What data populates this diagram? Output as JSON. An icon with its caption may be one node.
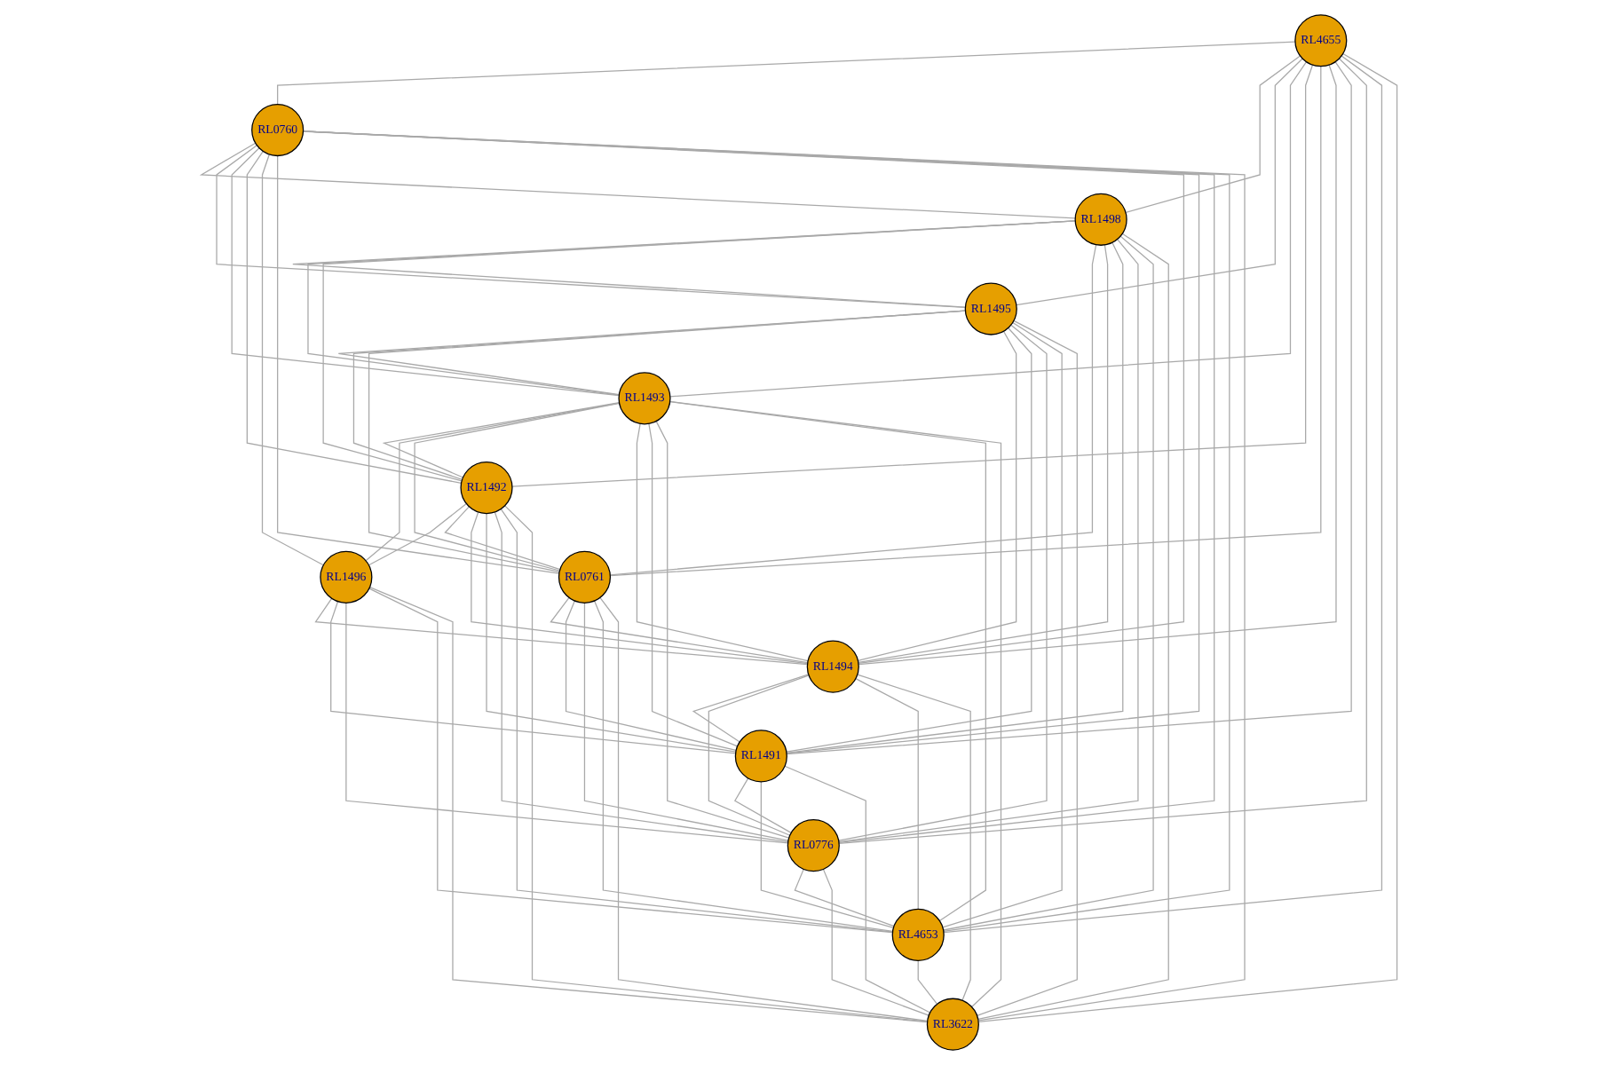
{
  "diagram": {
    "nodes": [
      {
        "text": [
          "RL4655"
        ]
      },
      {
        "text": [
          "RL0760"
        ]
      },
      {
        "text": [
          "RL1498"
        ]
      },
      {
        "text": [
          "RL1495"
        ]
      },
      {
        "text": [
          "RL1493"
        ]
      },
      {
        "text": [
          "RL1492"
        ]
      },
      {
        "text": [
          "RL1496"
        ]
      },
      {
        "text": [
          "RL0761"
        ]
      },
      {
        "text": [
          "RL1494"
        ]
      },
      {
        "text": [
          "RL1491"
        ]
      },
      {
        "text": [
          "RL0776"
        ]
      },
      {
        "text": [
          "RL4653"
        ]
      },
      {
        "text": [
          "RL3622"
        ]
      }
    ],
    "edges": [
      {
        "from": 0,
        "to": 1,
        "arrow": "none"
      },
      {
        "from": 0,
        "to": 2,
        "arrow": "none"
      },
      {
        "from": 0,
        "to": 3,
        "arrow": "none"
      },
      {
        "from": 0,
        "to": 4,
        "arrow": "none"
      },
      {
        "from": 0,
        "to": 5,
        "arrow": "none"
      },
      {
        "from": 0,
        "to": 7,
        "arrow": "none"
      },
      {
        "from": 0,
        "to": 8,
        "arrow": "none"
      },
      {
        "from": 0,
        "to": 9,
        "arrow": "none"
      },
      {
        "from": 0,
        "to": 10,
        "arrow": "none"
      },
      {
        "from": 0,
        "to": 11,
        "arrow": "none"
      },
      {
        "from": 0,
        "to": 12,
        "arrow": "none"
      },
      {
        "from": 1,
        "to": 2,
        "arrow": "none"
      },
      {
        "from": 1,
        "to": 3,
        "arrow": "none"
      },
      {
        "from": 1,
        "to": 4,
        "arrow": "none"
      },
      {
        "from": 1,
        "to": 5,
        "arrow": "none"
      },
      {
        "from": 1,
        "to": 6,
        "arrow": "none"
      },
      {
        "from": 1,
        "to": 7,
        "arrow": "none"
      },
      {
        "from": 1,
        "to": 8,
        "arrow": "none"
      },
      {
        "from": 1,
        "to": 9,
        "arrow": "none"
      },
      {
        "from": 1,
        "to": 10,
        "arrow": "none"
      },
      {
        "from": 1,
        "to": 11,
        "arrow": "none"
      },
      {
        "from": 1,
        "to": 12,
        "arrow": "none"
      },
      {
        "from": 2,
        "to": 3,
        "arrow": "none"
      },
      {
        "from": 2,
        "to": 4,
        "arrow": "none"
      },
      {
        "from": 2,
        "to": 5,
        "arrow": "none"
      },
      {
        "from": 2,
        "to": 7,
        "arrow": "none"
      },
      {
        "from": 2,
        "to": 8,
        "arrow": "none"
      },
      {
        "from": 2,
        "to": 9,
        "arrow": "none"
      },
      {
        "from": 2,
        "to": 10,
        "arrow": "none"
      },
      {
        "from": 2,
        "to": 11,
        "arrow": "none"
      },
      {
        "from": 2,
        "to": 12,
        "arrow": "none"
      },
      {
        "from": 3,
        "to": 4,
        "arrow": "none"
      },
      {
        "from": 3,
        "to": 5,
        "arrow": "none"
      },
      {
        "from": 3,
        "to": 7,
        "arrow": "none"
      },
      {
        "from": 3,
        "to": 8,
        "arrow": "none"
      },
      {
        "from": 3,
        "to": 9,
        "arrow": "none"
      },
      {
        "from": 3,
        "to": 10,
        "arrow": "none"
      },
      {
        "from": 3,
        "to": 11,
        "arrow": "none"
      },
      {
        "from": 3,
        "to": 12,
        "arrow": "none"
      },
      {
        "from": 4,
        "to": 5,
        "arrow": "none"
      },
      {
        "from": 4,
        "to": 6,
        "arrow": "none"
      },
      {
        "from": 4,
        "to": 7,
        "arrow": "none"
      },
      {
        "from": 4,
        "to": 8,
        "arrow": "none"
      },
      {
        "from": 4,
        "to": 9,
        "arrow": "none"
      },
      {
        "from": 4,
        "to": 10,
        "arrow": "none"
      },
      {
        "from": 4,
        "to": 11,
        "arrow": "none"
      },
      {
        "from": 4,
        "to": 12,
        "arrow": "none"
      },
      {
        "from": 5,
        "to": 6,
        "arrow": "none"
      },
      {
        "from": 5,
        "to": 7,
        "arrow": "none"
      },
      {
        "from": 5,
        "to": 8,
        "arrow": "none"
      },
      {
        "from": 5,
        "to": 9,
        "arrow": "none"
      },
      {
        "from": 5,
        "to": 10,
        "arrow": "none"
      },
      {
        "from": 5,
        "to": 11,
        "arrow": "none"
      },
      {
        "from": 5,
        "to": 12,
        "arrow": "none"
      },
      {
        "from": 6,
        "to": 8,
        "arrow": "none"
      },
      {
        "from": 6,
        "to": 9,
        "arrow": "none"
      },
      {
        "from": 6,
        "to": 10,
        "arrow": "none"
      },
      {
        "from": 6,
        "to": 11,
        "arrow": "none"
      },
      {
        "from": 6,
        "to": 12,
        "arrow": "none"
      },
      {
        "from": 7,
        "to": 8,
        "arrow": "none"
      },
      {
        "from": 7,
        "to": 9,
        "arrow": "none"
      },
      {
        "from": 7,
        "to": 10,
        "arrow": "none"
      },
      {
        "from": 7,
        "to": 11,
        "arrow": "none"
      },
      {
        "from": 7,
        "to": 12,
        "arrow": "none"
      },
      {
        "from": 8,
        "to": 9,
        "arrow": "none"
      },
      {
        "from": 8,
        "to": 10,
        "arrow": "none"
      },
      {
        "from": 8,
        "to": 11,
        "arrow": "none"
      },
      {
        "from": 8,
        "to": 12,
        "arrow": "none"
      },
      {
        "from": 9,
        "to": 10,
        "arrow": "none"
      },
      {
        "from": 9,
        "to": 11,
        "arrow": "none"
      },
      {
        "from": 9,
        "to": 12,
        "arrow": "none"
      },
      {
        "from": 10,
        "to": 11,
        "arrow": "none"
      },
      {
        "from": 10,
        "to": 12,
        "arrow": "none"
      },
      {
        "from": 11,
        "to": 12,
        "arrow": "none"
      }
    ]
  }
}
